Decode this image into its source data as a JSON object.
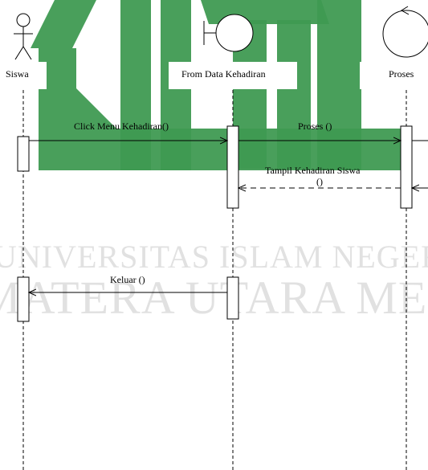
{
  "watermark": {
    "line1": "UNIVERSITAS ISLAM NEGERI",
    "line2": "SUMATERA UTARA MEDAN",
    "logo_color": "#3f9a52"
  },
  "diagram": {
    "lifelines": {
      "siswa": "Siswa",
      "form": "From Data Kehadiran",
      "proses": "Proses"
    },
    "messages": {
      "m1": "Click Menu Kehadiran()",
      "m2": "Proses ()",
      "m3_line1": "Tampil Kehadiran Siswa",
      "m3_line2": "()",
      "m4": "Keluar ()"
    }
  }
}
